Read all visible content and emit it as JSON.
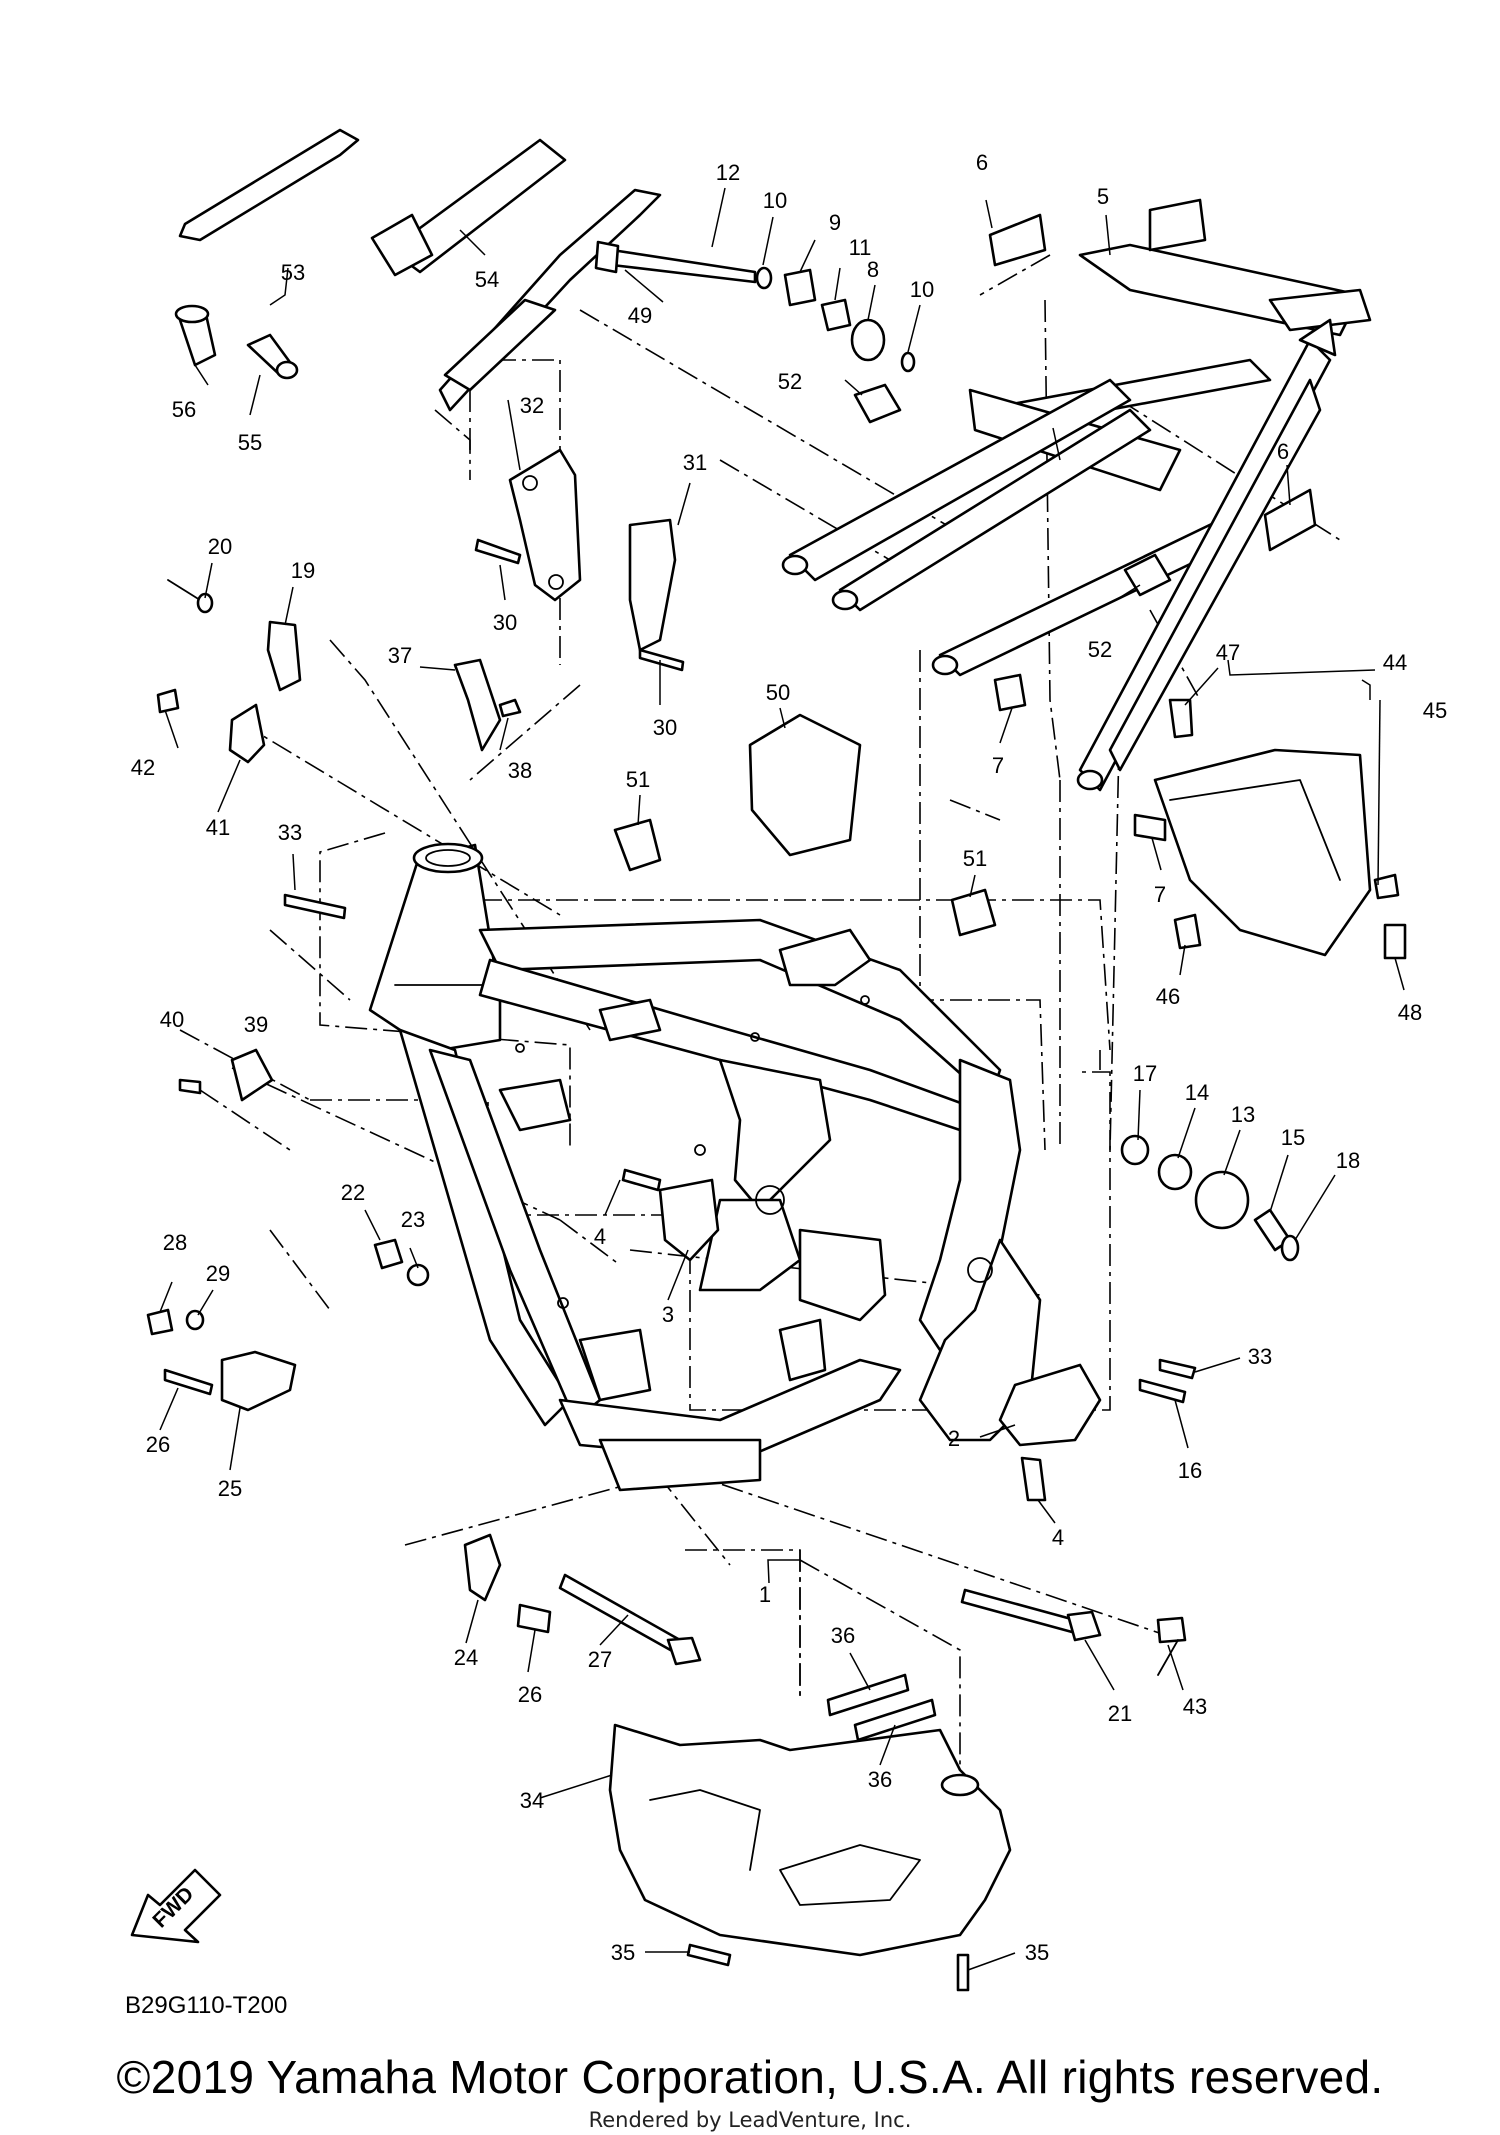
{
  "diagram": {
    "drawing_code": "B29G110-T200",
    "fwd_label": "FWD",
    "copyright": "©2019 Yamaha Motor Corporation, U.S.A. All rights reserved.",
    "rendered_by": "Rendered by LeadVenture, Inc.",
    "callouts": [
      "1",
      "2",
      "3",
      "4",
      "4",
      "5",
      "6",
      "6",
      "7",
      "7",
      "8",
      "9",
      "10",
      "10",
      "11",
      "12",
      "13",
      "14",
      "15",
      "16",
      "17",
      "18",
      "19",
      "20",
      "21",
      "22",
      "23",
      "24",
      "25",
      "26",
      "26",
      "27",
      "28",
      "29",
      "30",
      "30",
      "31",
      "32",
      "33",
      "33",
      "34",
      "35",
      "35",
      "36",
      "36",
      "37",
      "38",
      "39",
      "40",
      "41",
      "42",
      "43",
      "44",
      "45",
      "46",
      "47",
      "48",
      "49",
      "50",
      "51",
      "51",
      "52",
      "52",
      "53",
      "54",
      "55",
      "56"
    ]
  }
}
